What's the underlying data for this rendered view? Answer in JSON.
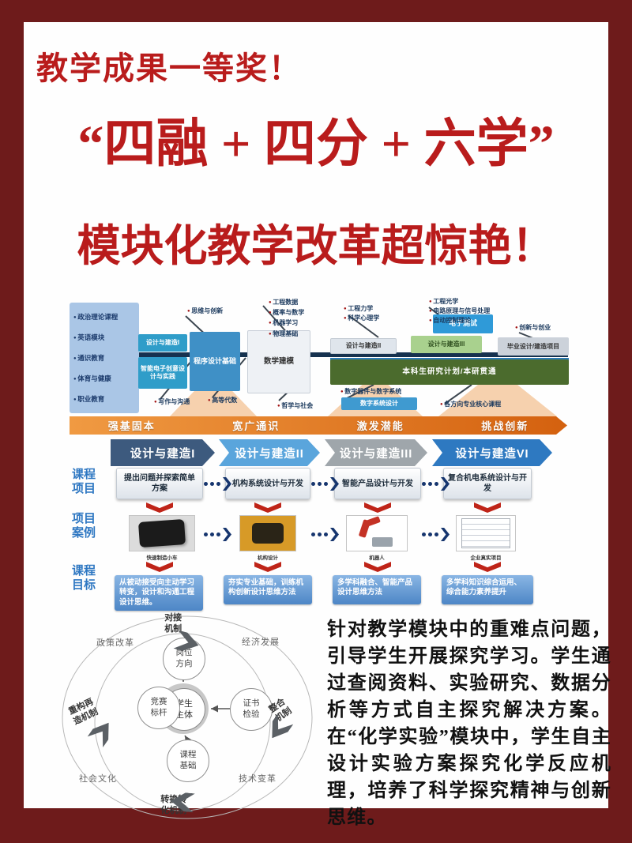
{
  "poster": {
    "badge": "教学成果一等奖！",
    "title": "“四融 + 四分 + 六学”",
    "subtitle": "模块化教学改革超惊艳！",
    "accent_color": "#b91c1c",
    "frame_color": "#6e1b1b"
  },
  "curriculum_map": {
    "left_box_items": [
      "政治理论课程",
      "英语模块",
      "通识教育",
      "体育与健康",
      "职业教育"
    ],
    "float_labels": {
      "thinking": "思维与创新",
      "mech": "工程力学",
      "psych": "科学心理学",
      "innovation": "创新与创业",
      "writing": "写作与沟通",
      "algebra": "高等代数",
      "philosophy": "哲学与社会",
      "digital_device": "数字器件与数字系统",
      "core": "各方向专业核心课程"
    },
    "course_list_mid": [
      "工程数据",
      "概率与数学",
      "机器学习",
      "物理基础"
    ],
    "course_list_right": [
      "工程光学",
      "电路原理与信号处理",
      "自动控制理论"
    ],
    "boxes": {
      "dj1": "设计与建造I",
      "smart_elec": "智能电子创意设计与实践",
      "programming": "程序设计基础",
      "math_model": "数学建模",
      "dj2": "设计与建造II",
      "etest": "电子测试",
      "dj3": "设计与建造III",
      "grad": "毕业设计/建造项目",
      "research": "本科生研究计划/本研贯通",
      "digital_sys": "数字系统设计"
    },
    "phases": [
      "强基固本",
      "宽广通识",
      "激发潜能",
      "挑战创新"
    ]
  },
  "module_flow": {
    "row_labels": [
      "课程项目",
      "项目案例",
      "课程目标"
    ],
    "banners": [
      "设计与建造I",
      "设计与建造II",
      "设计与建造III",
      "设计与建造VI"
    ],
    "projects": [
      "提出问题并探索简单方案",
      "机构系统设计与开发",
      "智能产品设计与开发",
      "复合机电系统设计与开发"
    ],
    "case_captions": [
      "快速制造小车",
      "机构设计",
      "机器人",
      "企业真实项目"
    ],
    "goals": [
      "从被动接受向主动学习转变，设计和沟通工程设计思维。",
      "夯实专业基础，训练机构创新设计思维方法",
      "多学科融合、智能产品设计思维方法",
      "多学科知识综合运用、综合能力素养提升"
    ]
  },
  "ecosystem_circle": {
    "center": "学生主体",
    "nodes": {
      "top": "岗位方向",
      "left": "竞赛标杆",
      "right": "证书检验",
      "bottom": "课程基础"
    },
    "ring_labels": {
      "top_left": "政策改革",
      "top_right": "经济发展",
      "bottom_left": "社会文化",
      "bottom_right": "技术变革"
    },
    "mechanisms": {
      "top": "对接机制",
      "right": "整合机制",
      "bottom": "转换转化机制",
      "left": "重构再造机制"
    }
  },
  "description": "针对教学模块中的重难点问题，引导学生开展探究学习。学生通过查阅资料、实验研究、数据分析等方式自主探究解决方案。在“化学实验”模块中，学生自主设计实验方案探究化学反应机理，培养了科学探究精神与创新思维。"
}
